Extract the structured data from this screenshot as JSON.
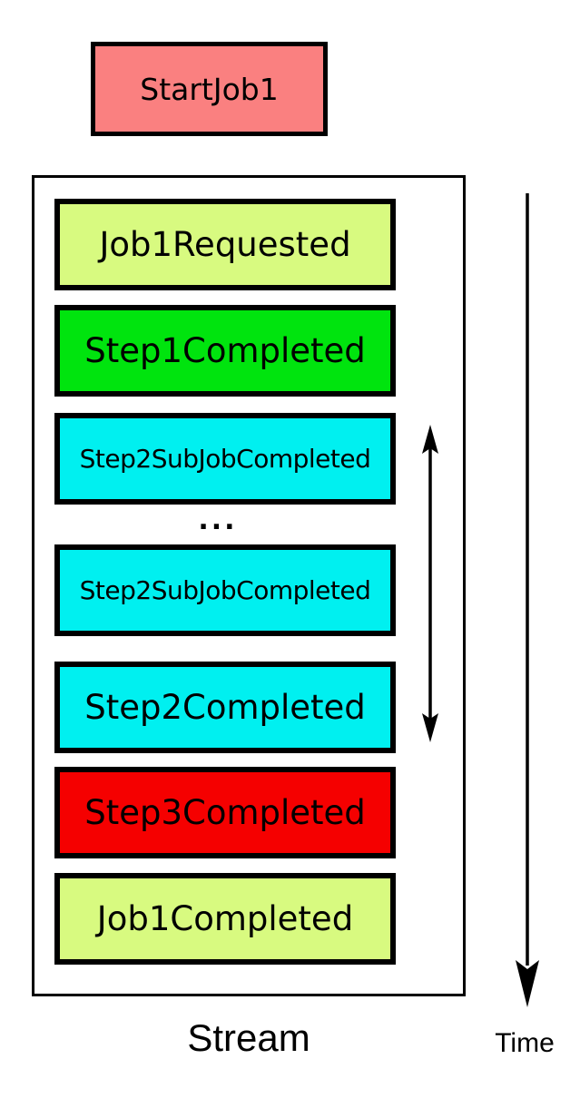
{
  "diagram": {
    "start_box": {
      "label": "StartJob1",
      "fill": "#FA8080"
    },
    "stream": {
      "label": "Stream",
      "ellipsis": "...",
      "events": [
        {
          "label": "Job1Requested",
          "fill": "#D8FA80"
        },
        {
          "label": "Step1Completed",
          "fill": "#00E40E"
        },
        {
          "label": "Step2SubJobCompleted",
          "fill": "#00F0F0"
        },
        {
          "label": "Step2SubJobCompleted",
          "fill": "#00F0F0"
        },
        {
          "label": "Step2Completed",
          "fill": "#00F0F0"
        },
        {
          "label": "Step3Completed",
          "fill": "#F50000"
        },
        {
          "label": "Job1Completed",
          "fill": "#D8FA80"
        }
      ]
    },
    "repeat_range_icon": "double-vertical-arrow",
    "time_axis": {
      "label": "Time",
      "icon": "down-arrow"
    },
    "colors": {
      "border": "#000000",
      "background": "#FFFFFF",
      "text": "#000000"
    }
  }
}
